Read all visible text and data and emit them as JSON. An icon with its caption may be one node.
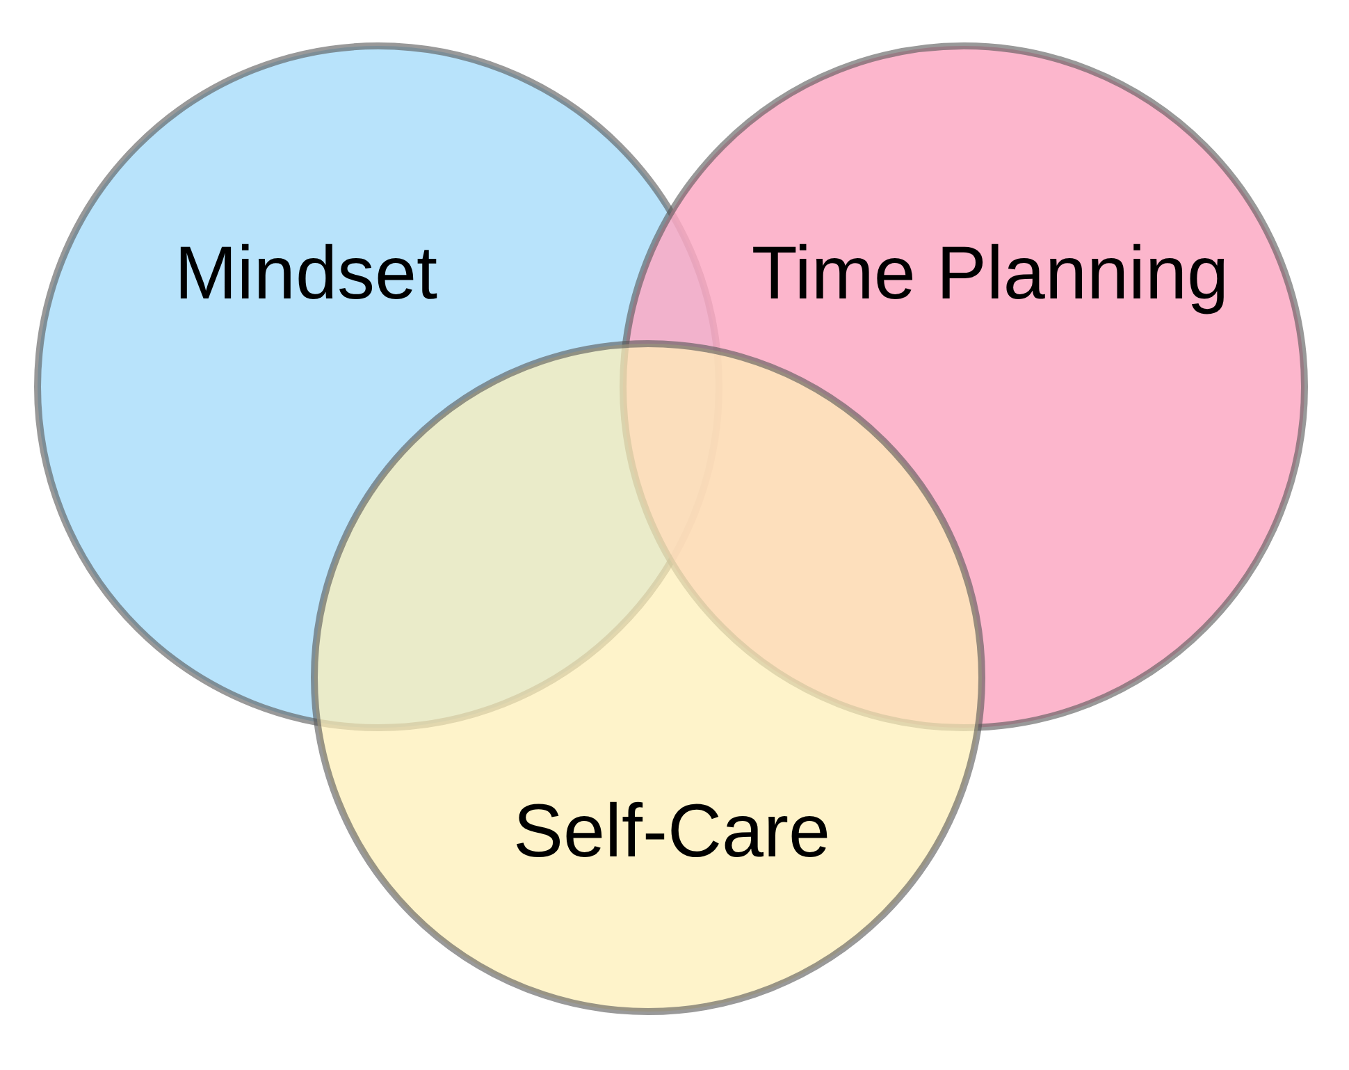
{
  "diagram": {
    "nodes": [
      {
        "text": [
          "Mindset"
        ]
      },
      {
        "text": [
          "Time Planning"
        ]
      },
      {
        "text": [
          "Self-Care"
        ]
      }
    ],
    "edges": []
  }
}
